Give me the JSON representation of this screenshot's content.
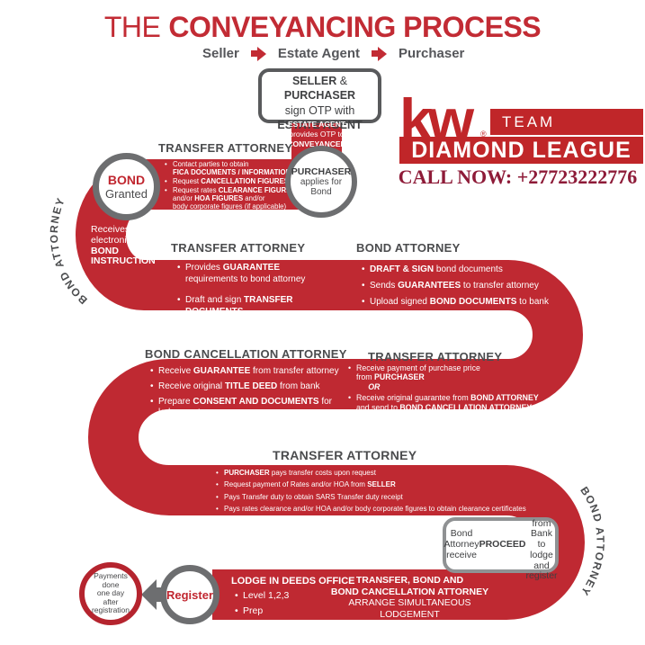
{
  "title": {
    "the": "THE",
    "rest": "CONVEYANCING PROCESS"
  },
  "flow": {
    "items": [
      "Seller",
      "Estate Agent",
      "Purchaser"
    ]
  },
  "otp_box": {
    "line1": [
      {
        "t": "SELLER",
        "b": 1
      },
      {
        "t": " & "
      },
      {
        "t": "PURCHASER",
        "b": 1
      }
    ],
    "line2": "sign OTP with",
    "line3": "ESTATE AGENT"
  },
  "strip_note": {
    "l1": "ESTATE AGENT",
    "l2": "provides OTP to",
    "l3": "CONVEYANCER"
  },
  "logo": {
    "kw": "kw",
    "reg": "®",
    "team": "TEAM",
    "league": "DIAMOND LEAGUE",
    "call": "CALL NOW: +27723222776"
  },
  "side_labels": {
    "left": "BOND ATTORNEY",
    "right": "BOND ATTORNEY"
  },
  "receives": [
    {
      "t": "Receives\nelectronic\n"
    },
    {
      "t": "BOND\nINSTRUCTION",
      "b": 1
    }
  ],
  "circles": {
    "bond": {
      "top": "BOND",
      "bottom": "Granted"
    },
    "purchaser": {
      "l1": "PURCHASER",
      "l2": "applies for\nBond"
    },
    "register": {
      "label": "Register"
    },
    "payments": {
      "text": "Payments\ndone\none day\nafter\nregistration"
    }
  },
  "sections": [
    {
      "heading": "TRANSFER ATTORNEY",
      "bullets": [
        [
          {
            "t": "Contact parties to obtain\n"
          },
          {
            "t": "FICA DOCUMENTS / INFORMATION",
            "b": 1
          }
        ],
        [
          {
            "t": "Request "
          },
          {
            "t": "CANCELLATION FIGURES",
            "b": 1
          }
        ],
        [
          {
            "t": "Request rates "
          },
          {
            "t": "CLEARANCE FIGURES",
            "b": 1
          },
          {
            "t": "\nand/or "
          },
          {
            "t": "HOA FIGURES",
            "b": 1
          },
          {
            "t": " and/or\nbody corporate figures (if applicable)"
          }
        ]
      ]
    },
    {
      "heading": "TRANSFER ATTORNEY",
      "bullets": [
        [
          {
            "t": "Provides "
          },
          {
            "t": "GUARANTEE",
            "b": 1
          },
          {
            "t": "\nrequirements to bond attorney"
          }
        ],
        [
          {
            "t": "Draft and sign "
          },
          {
            "t": "TRANSFER DOCUMENTS",
            "b": 1
          }
        ]
      ]
    },
    {
      "heading": "BOND ATTORNEY",
      "bullets": [
        [
          {
            "t": "DRAFT & SIGN",
            "b": 1
          },
          {
            "t": " bond documents"
          }
        ],
        [
          {
            "t": "Sends "
          },
          {
            "t": "GUARANTEES",
            "b": 1
          },
          {
            "t": " to transfer attorney"
          }
        ],
        [
          {
            "t": "Upload signed "
          },
          {
            "t": "BOND DOCUMENTS",
            "b": 1
          },
          {
            "t": " to bank"
          }
        ]
      ]
    },
    {
      "heading": "BOND CANCELLATION ATTORNEY",
      "bullets": [
        [
          {
            "t": "Receive "
          },
          {
            "t": "GUARANTEE",
            "b": 1
          },
          {
            "t": " from transfer attorney"
          }
        ],
        [
          {
            "t": "Receive original "
          },
          {
            "t": "TITLE DEED",
            "b": 1
          },
          {
            "t": " from bank"
          }
        ],
        [
          {
            "t": "Prepare "
          },
          {
            "t": "CONSENT AND DOCUMENTS",
            "b": 1
          },
          {
            "t": " for lodgement"
          }
        ]
      ]
    },
    {
      "heading": "TRANSFER ATTORNEY",
      "bullets": [
        [
          {
            "t": "Receive payment of purchase price\nfrom "
          },
          {
            "t": "PURCHASER",
            "b": 1
          },
          {
            "t": "\n   "
          },
          {
            "t": "OR",
            "b": 1,
            "i": 1
          }
        ],
        [
          {
            "t": "Receive original guarantee from "
          },
          {
            "t": "BOND ATTORNEY",
            "b": 1
          },
          {
            "t": "\nand send to "
          },
          {
            "t": "BOND CANCELLATION ATTORNEY",
            "b": 1
          }
        ]
      ]
    },
    {
      "heading": "TRANSFER ATTORNEY",
      "bullets": [
        [
          {
            "t": "PURCHASER",
            "b": 1
          },
          {
            "t": " pays transfer costs upon request"
          }
        ],
        [
          {
            "t": "Request payment of Rates and/or HOA from "
          },
          {
            "t": "SELLER",
            "b": 1
          }
        ],
        [
          {
            "t": "Pays Transfer duty to obtain SARS Transfer duty receipt"
          }
        ],
        [
          {
            "t": "Pays rates clearance and/or HOA and/or body corporate figures to obtain clearance certificates"
          }
        ]
      ]
    }
  ],
  "proceed_box": [
    {
      "t": "Bond Attorney\nreceive "
    },
    {
      "t": "PROCEED",
      "b": 1
    },
    {
      "t": "\nfrom Bank to lodge\nand register"
    }
  ],
  "lodge": {
    "heading": "LODGE IN DEEDS OFFICE",
    "bullets": [
      [
        {
          "t": "Level 1,2,3"
        }
      ],
      [
        {
          "t": "Prep"
        }
      ]
    ]
  },
  "simultaneous": {
    "l1": "TRANSFER, BOND AND",
    "l2": "BOND CANCELLATION ATTORNEY",
    "l3": "ARRANGE SIMULTANEOUS LODGEMENT"
  },
  "colors": {
    "ribbon": "#bf2932",
    "title_red": "#c22b34",
    "logo_red": "#c02629",
    "call_red": "#8e1b38",
    "dark": "#4b4c4e",
    "gray_border": "#6d6e70",
    "payments_border": "#b5242e",
    "register_text": "#c0262f"
  }
}
